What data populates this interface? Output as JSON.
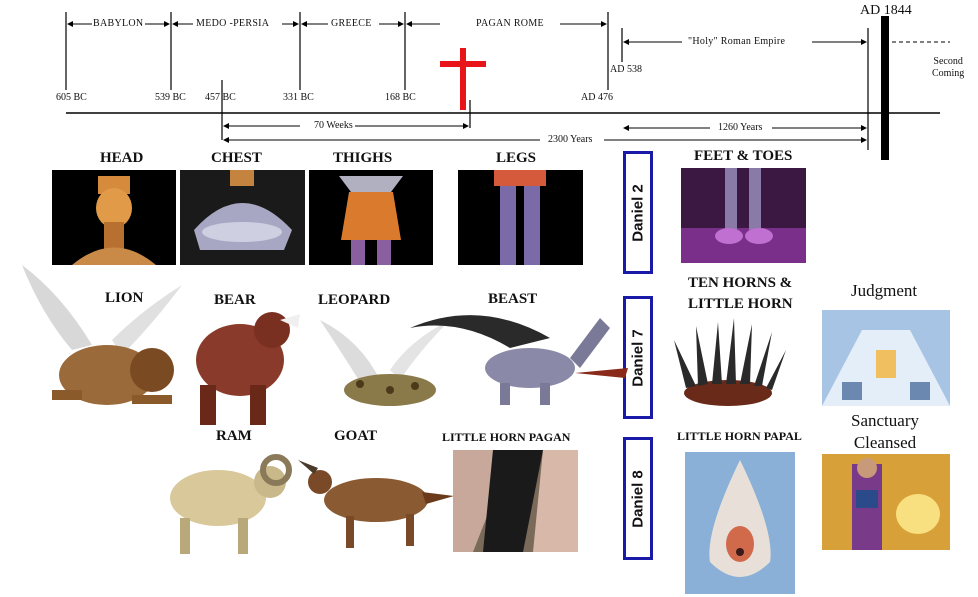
{
  "timeline": {
    "eras": [
      "BABYLON",
      "MEDO -PERSIA",
      "GREECE",
      "PAGAN ROME"
    ],
    "holy_roman": "\"Holy\" Roman Empire",
    "years": {
      "y605": "605 BC",
      "y539": "539 BC",
      "y457": "457 BC",
      "y331": "331 BC",
      "y168": "168 BC",
      "y476": "AD 476",
      "y538": "AD 538",
      "y1844": "AD 1844"
    },
    "second_coming": [
      "Second",
      "Coming"
    ],
    "periods": {
      "weeks70": "70 Weeks",
      "years2300": "2300 Years",
      "years1260": "1260 Years"
    }
  },
  "daniel2": {
    "label": "Daniel 2",
    "parts": [
      "HEAD",
      "CHEST",
      "THIGHS",
      "LEGS",
      "FEET & TOES"
    ]
  },
  "daniel7": {
    "label": "Daniel 7",
    "beasts": [
      "LION",
      "BEAR",
      "LEOPARD",
      "BEAST"
    ],
    "horns": [
      "TEN HORNS &",
      "LITTLE HORN"
    ]
  },
  "daniel8": {
    "label": "Daniel 8",
    "beasts": [
      "RAM",
      "GOAT"
    ],
    "pagan_horn": "LITTLE HORN PAGAN",
    "papal_horn": "LITTLE HORN PAPAL"
  },
  "right_column": {
    "judgment": "Judgment",
    "sanctuary": [
      "Sanctuary",
      "Cleansed"
    ]
  },
  "colors": {
    "cross": "#e8141a",
    "box_border": "#1a1aa8"
  }
}
